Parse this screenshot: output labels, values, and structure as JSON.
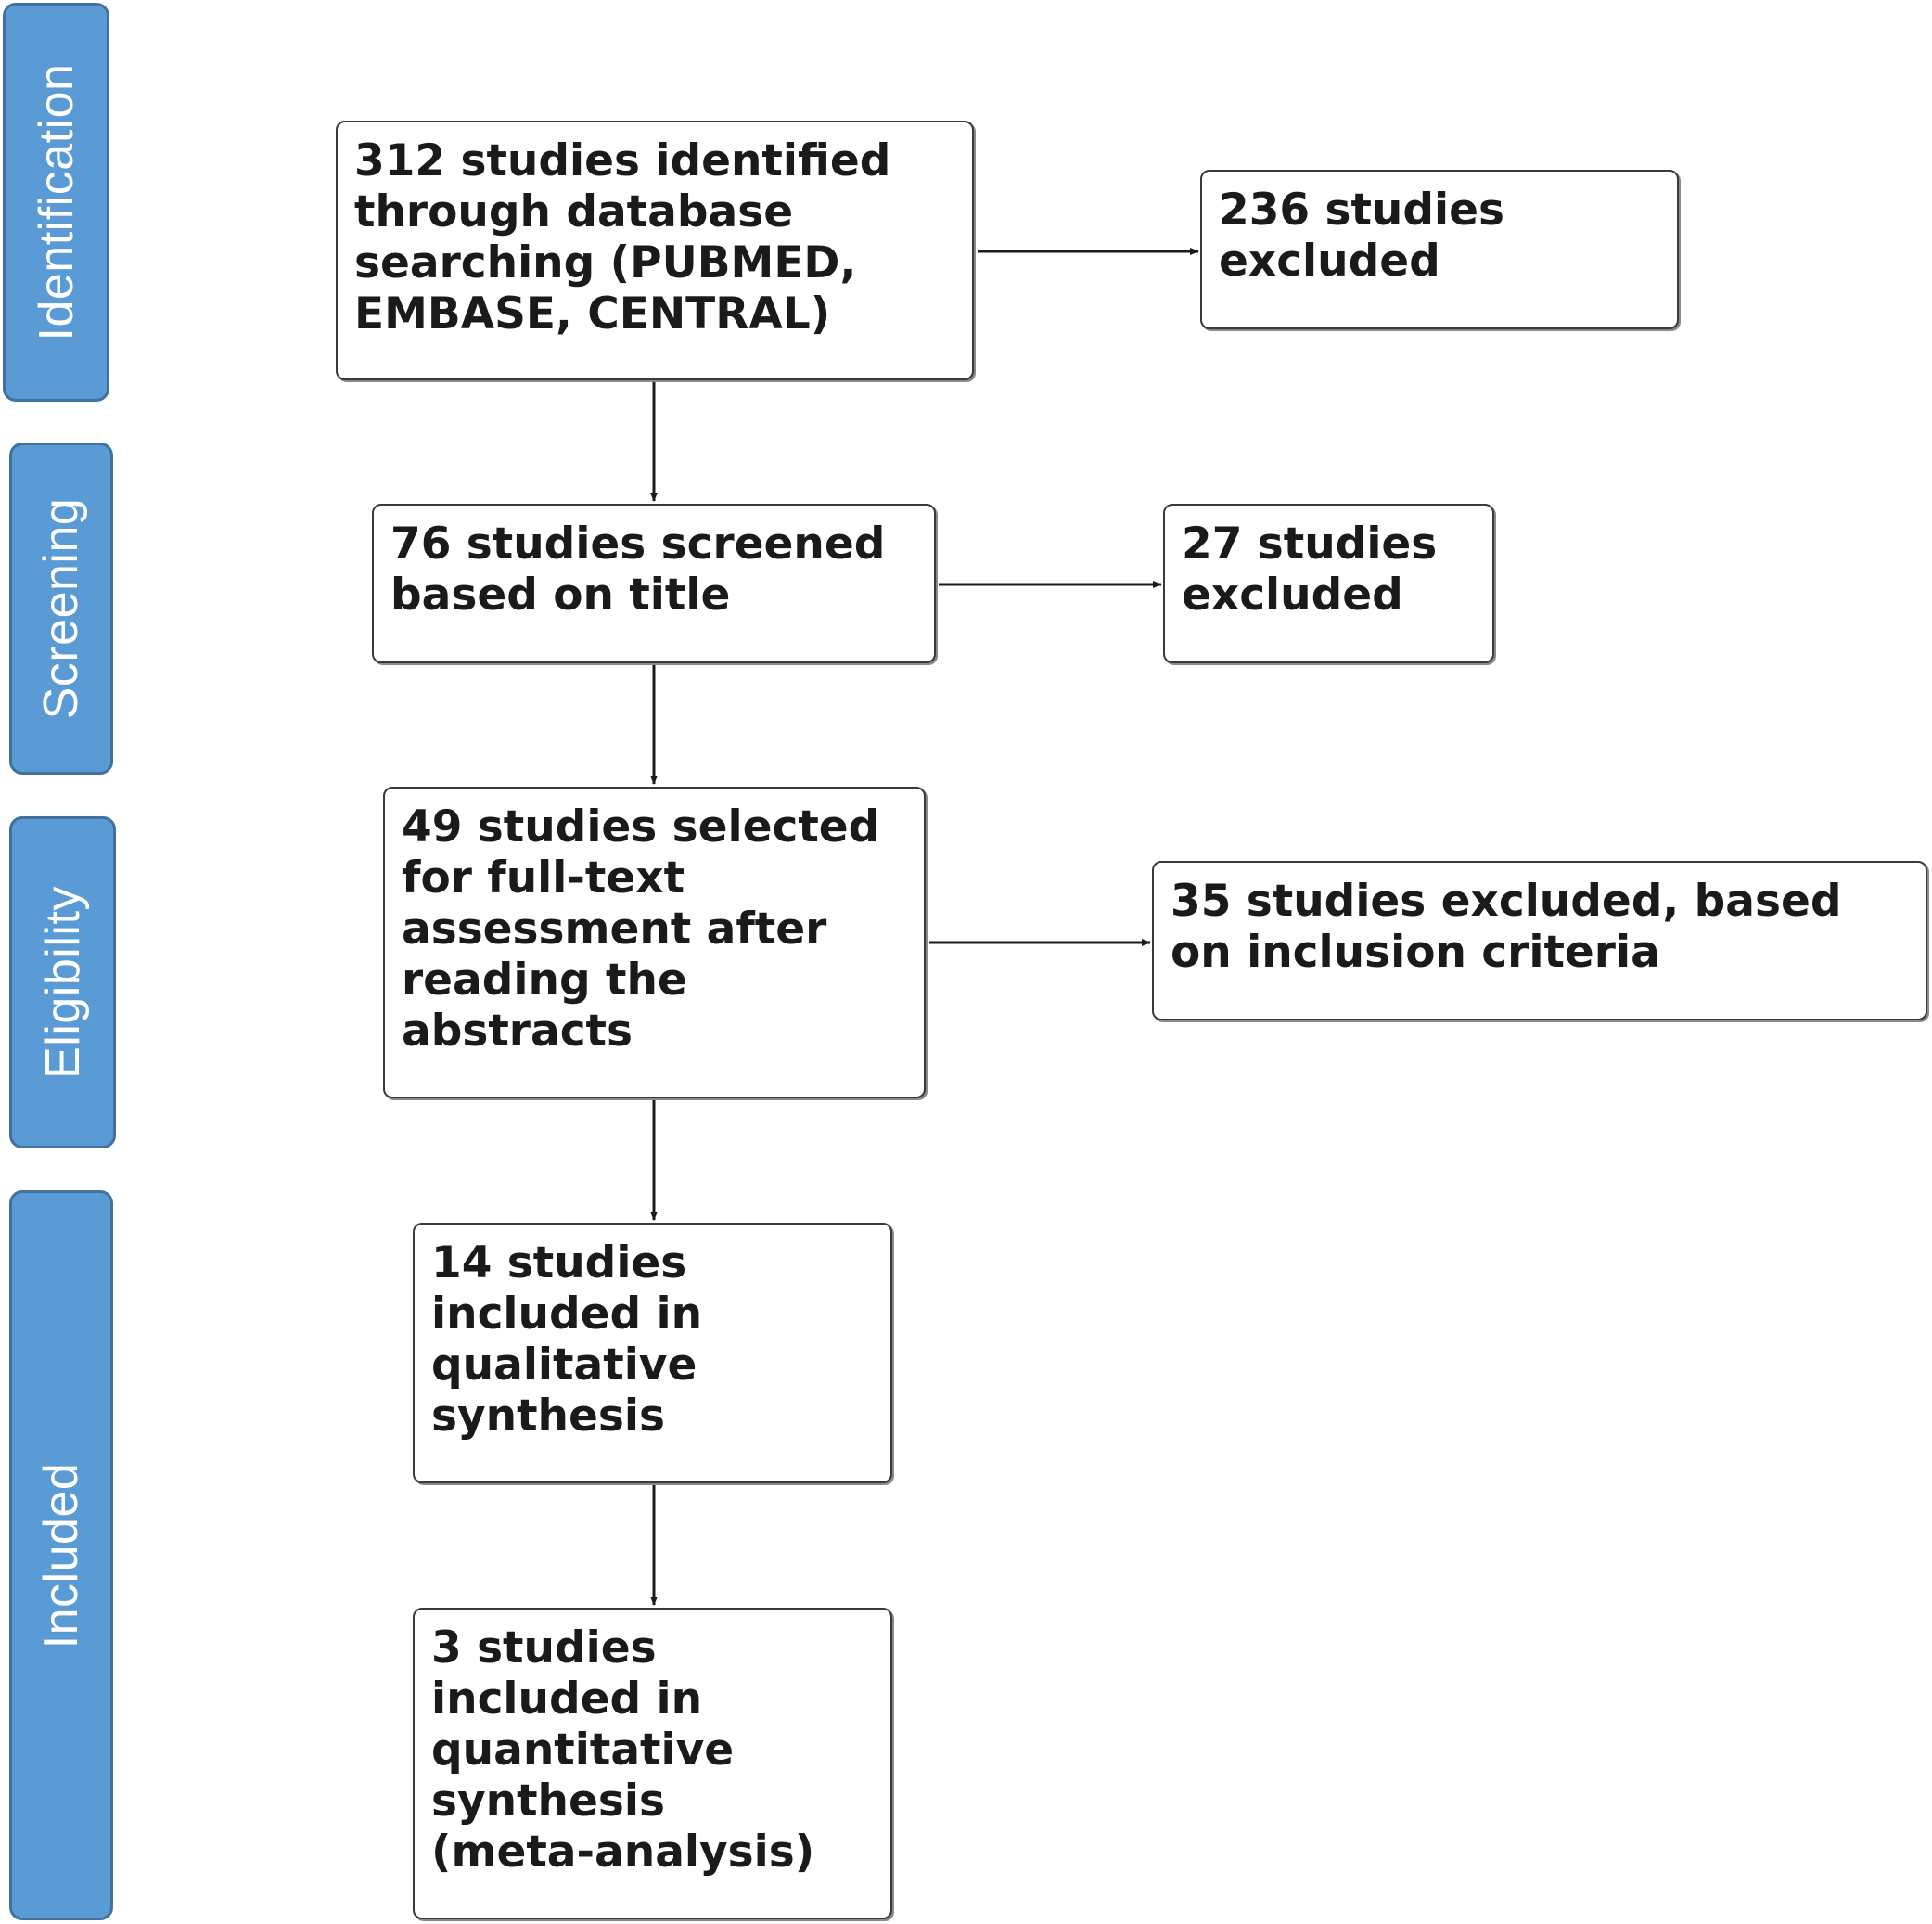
{
  "stages": {
    "identification": "Identification",
    "screening": "Screening",
    "eligibility": "Eligibility",
    "included": "Included"
  },
  "boxes": {
    "identified": "312 studies identified\nthrough database\nsearching (PUBMED,\nEMBASE, CENTRAL)",
    "excluded_236": "236 studies\nexcluded",
    "screened": "76 studies screened\nbased on title",
    "excluded_27": "27 studies\nexcluded",
    "selected": "49 studies selected\nfor full-text\nassessment after\nreading the\nabstracts",
    "excluded_35": "35 studies excluded, based\non inclusion criteria",
    "qualitative": "14 studies\nincluded in\nqualitative\nsynthesis",
    "quantitative": "3 studies\nincluded in\nquantitative\nsynthesis\n(meta-analysis)"
  },
  "colors": {
    "stage_fill": "#5b9bd5",
    "stage_border": "#41719c",
    "box_border": "#3a3a3a",
    "arrow": "#1a1a1a"
  }
}
